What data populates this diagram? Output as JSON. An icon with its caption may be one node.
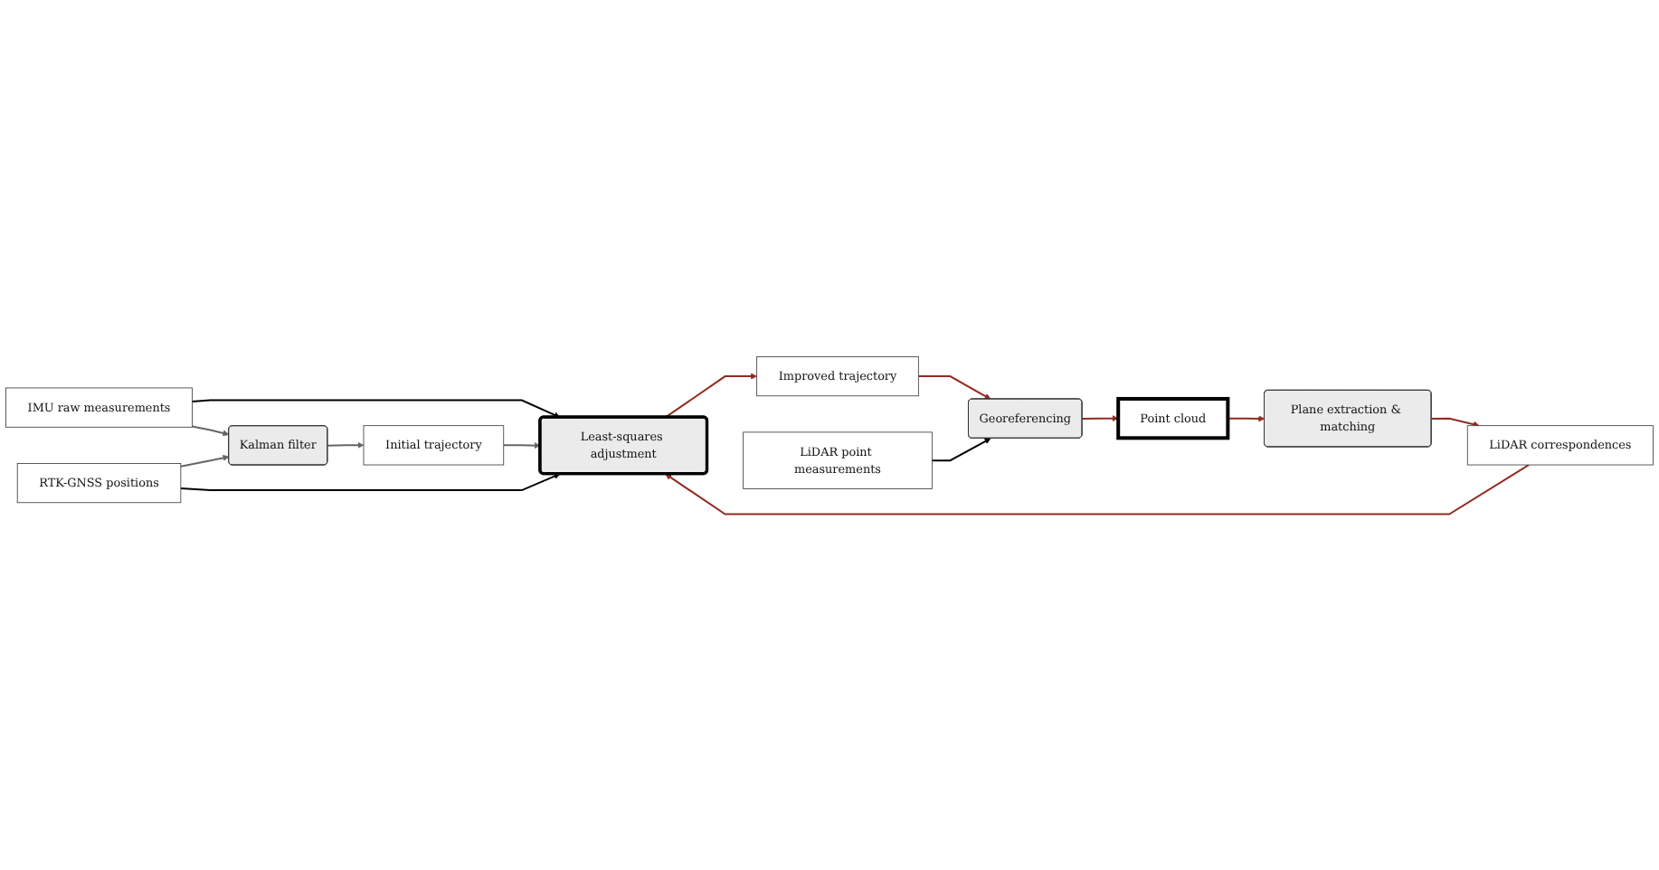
{
  "diagram": {
    "nodes": [
      {
        "text": [
          "IMU raw measurements"
        ]
      },
      {
        "text": [
          "Kalman filter"
        ]
      },
      {
        "text": [
          "RTK-GNSS positions"
        ]
      },
      {
        "text": [
          "Initial trajectory"
        ]
      },
      {
        "text": [
          "Least-squares adjustment"
        ]
      },
      {
        "text": [
          "LiDAR correspondences"
        ]
      },
      {
        "text": [
          "Improved trajectory"
        ]
      },
      {
        "text": [
          "Plane extraction & matching"
        ]
      },
      {
        "text": [
          "LiDAR point measurements"
        ]
      },
      {
        "text": [
          "Georeferencing"
        ]
      },
      {
        "text": [
          "Point cloud"
        ]
      }
    ],
    "edges": [
      {
        "from": 0,
        "to": 4,
        "arrow": "to",
        "color": "#000000"
      },
      {
        "from": 0,
        "to": 1,
        "arrow": "to",
        "color": "#666666"
      },
      {
        "from": 2,
        "to": 1,
        "arrow": "to",
        "color": "#666666"
      },
      {
        "from": 1,
        "to": 3,
        "arrow": "to",
        "color": "#666666"
      },
      {
        "from": 3,
        "to": 4,
        "arrow": "to",
        "color": "#666666"
      },
      {
        "from": 2,
        "to": 4,
        "arrow": "to",
        "color": "#000000"
      },
      {
        "from": 5,
        "to": 4,
        "arrow": "to"
      },
      {
        "from": 4,
        "to": 6,
        "arrow": "to"
      },
      {
        "from": 6,
        "to": 9,
        "arrow": "to"
      },
      {
        "from": 8,
        "to": 9,
        "arrow": "to",
        "color": "#000000"
      },
      {
        "from": 9,
        "to": 10,
        "arrow": "to"
      },
      {
        "from": 10,
        "to": 7,
        "arrow": "to"
      },
      {
        "from": 7,
        "to": 5,
        "arrow": "to"
      }
    ]
  }
}
